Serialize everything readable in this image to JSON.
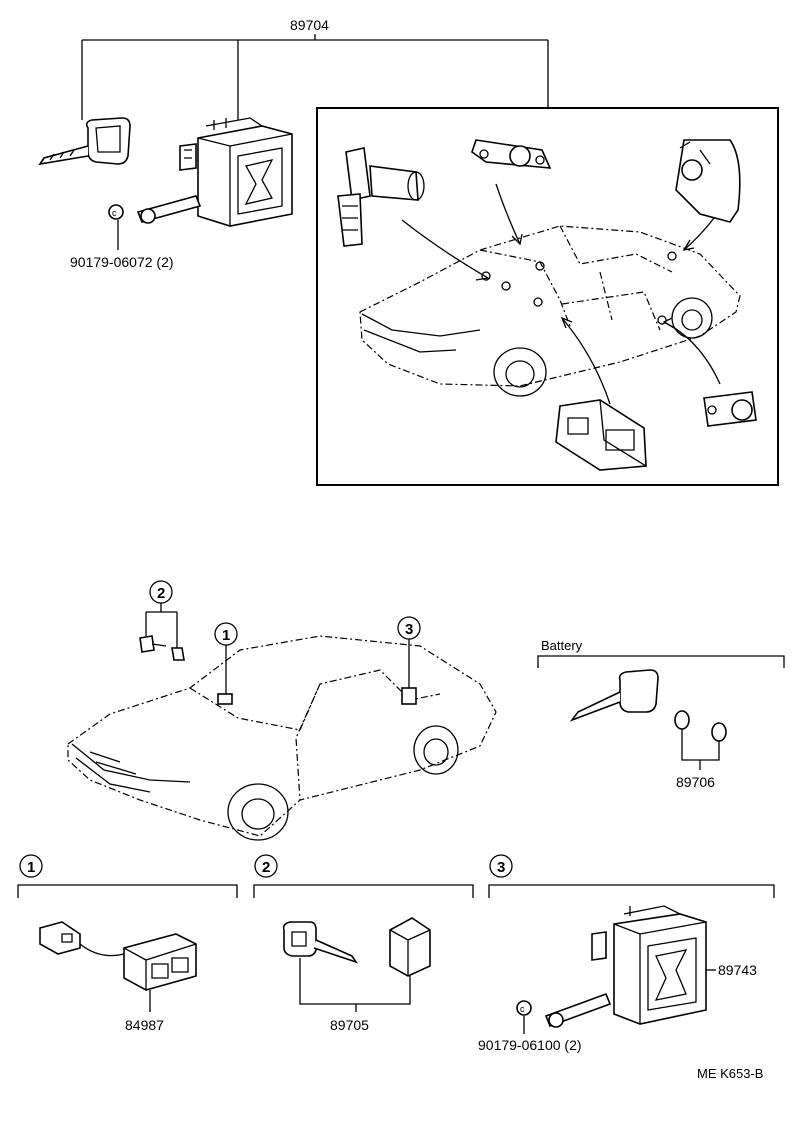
{
  "header_group": {
    "part_no": "89704",
    "bolt_label": "90179-06072 (2)"
  },
  "battery_group": {
    "title": "Battery",
    "part_no": "89706"
  },
  "callouts": {
    "c1": "1",
    "c2": "2",
    "c3": "3"
  },
  "sections": {
    "s1": {
      "num": "1",
      "part_no": "84987"
    },
    "s2": {
      "num": "2",
      "part_no": "89705"
    },
    "s3": {
      "num": "3",
      "part_no": "89743",
      "bolt_label": "90179-06100 (2)"
    }
  },
  "figure_code": "ME K653-B"
}
